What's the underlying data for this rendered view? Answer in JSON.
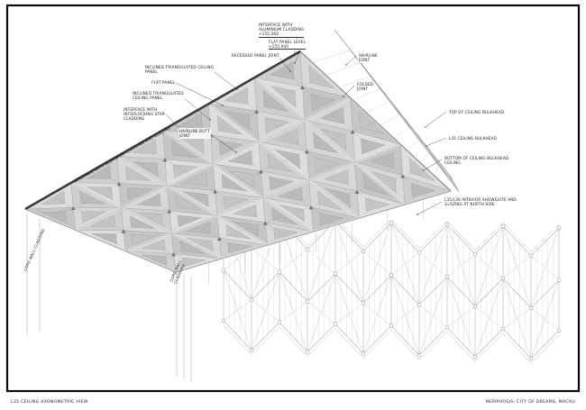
{
  "page": {
    "footer_left": "L35 CEILING AXONOMETRIC VIEW",
    "footer_right": "MORPHOSIS; CITY OF DREAMS, MACAU"
  },
  "annotations": {
    "interface_aluminium": {
      "lines": [
        "INTERFACE WITH",
        "ALUMINIUM CLADDING",
        "+155.260"
      ]
    },
    "flat_panel_level": {
      "lines": [
        "FLAT PANEL LEVEL",
        "+155.940"
      ]
    },
    "recessed_panel_joint": {
      "lines": [
        "RECESSED PANEL JOINT"
      ]
    },
    "inclined_panel_1": {
      "lines": [
        "INCLINED TRIANGULATED CEILING",
        "PANEL"
      ]
    },
    "flat_panel": {
      "lines": [
        "FLAT PANEL"
      ]
    },
    "inclined_panel_2": {
      "lines": [
        "INCLINED TRIANGULATED",
        "CEILING PANEL"
      ]
    },
    "interface_star": {
      "lines": [
        "INTERFACE WITH",
        "INTERLOCKING STAR",
        "CLADDING"
      ]
    },
    "hairline_butt_joint": {
      "lines": [
        "HAIRLINE BUTT",
        "JOINT"
      ]
    },
    "hairline_joint": {
      "lines": [
        "HAIRLINE",
        "JOINT"
      ]
    },
    "folded_joint": {
      "lines": [
        "FOLDED",
        "JOINT"
      ]
    },
    "top_of_bulkhead": {
      "lines": [
        "TOP OF CEILING BULKHEAD"
      ]
    },
    "l35_bulkhead": {
      "lines": [
        "L35 CEILING BULKHEAD"
      ]
    },
    "bottom_of_bulkhead": {
      "lines": [
        "BOTTOM OF CEILING BULKHEAD",
        "CEILING"
      ]
    },
    "interior_glazing": {
      "lines": [
        "L35/L36 INTERIOR SHOWSUITE AND",
        "GLAZING AT NORTH SIDE"
      ]
    },
    "core_wall_left": {
      "lines": [
        "CORE WALL CLADDING"
      ]
    },
    "core_wall_mid": {
      "lines": [
        "CORE WALL",
        "CLADDING"
      ]
    },
    "edge_note": {
      "lines": [
        "INTERFACE WITH ALUMINIUM CLADDING AND GLAZING"
      ]
    }
  },
  "colors": {
    "ceiling_base": "#d6d6d6",
    "ceiling_dark": "#bababa",
    "line": "#8a8a8a",
    "ink": "#1a1a1a"
  }
}
